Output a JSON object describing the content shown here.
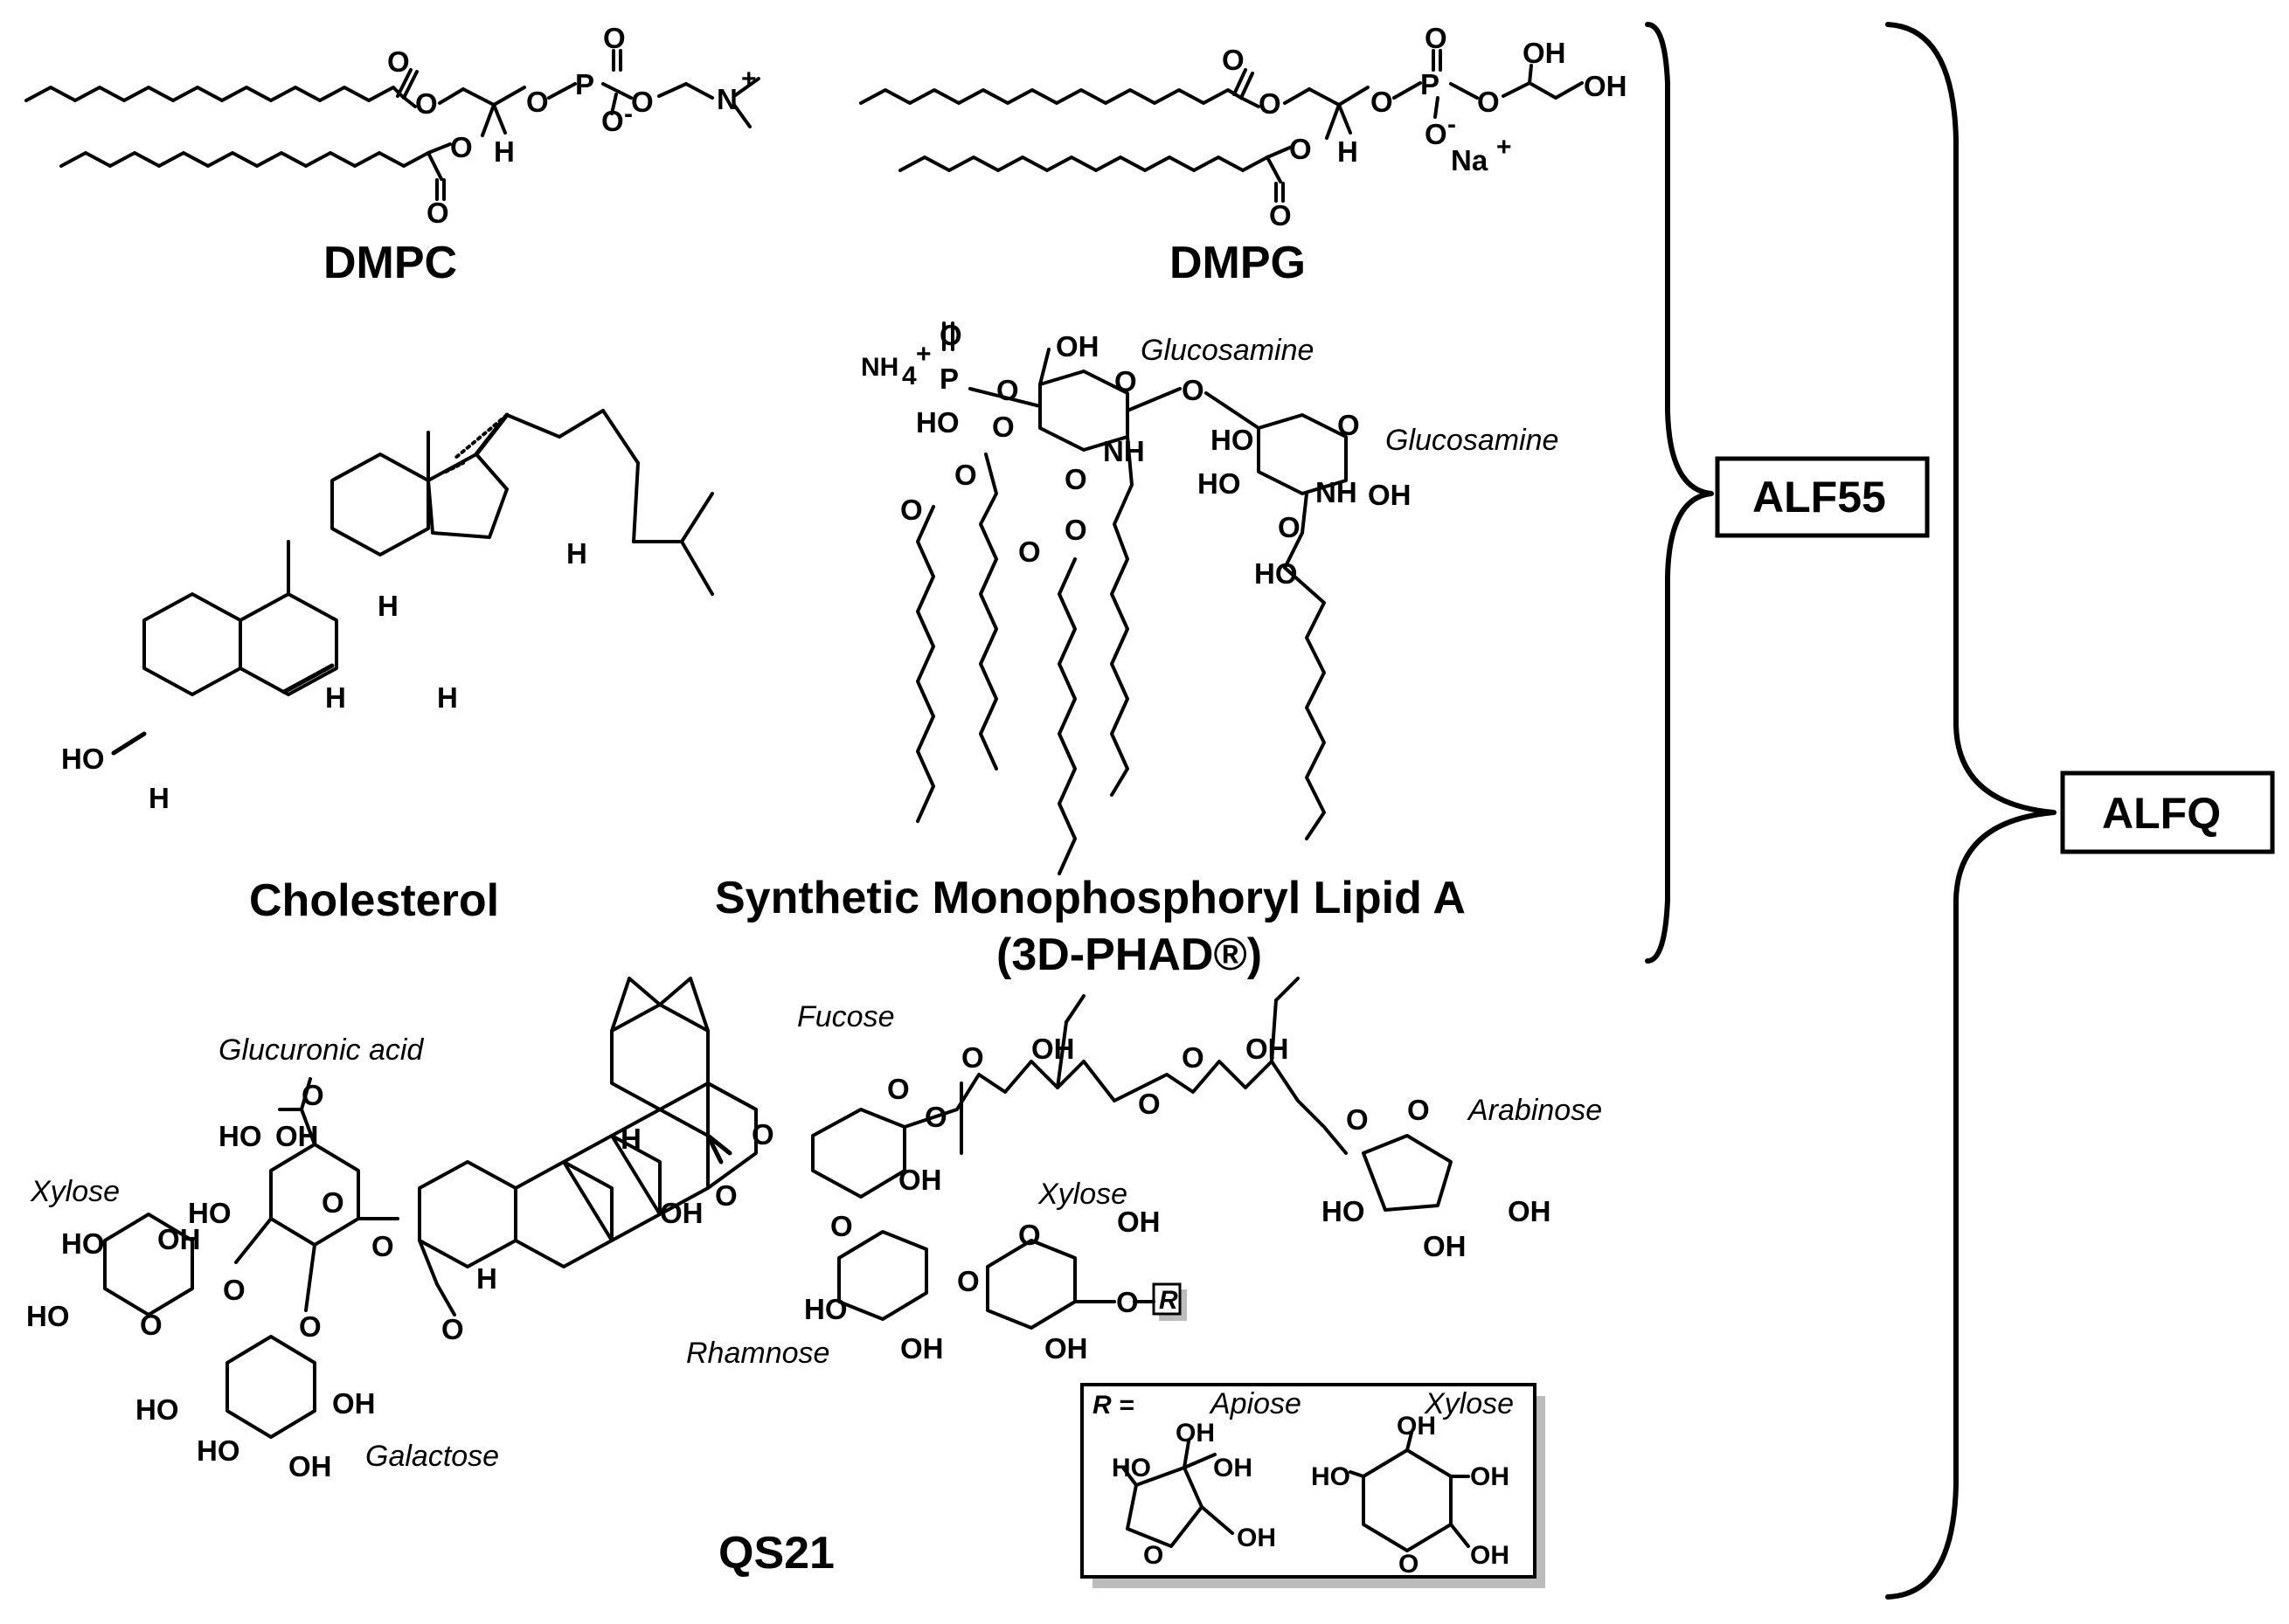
{
  "compounds": {
    "dmpc": "DMPC",
    "dmpg": "DMPG",
    "cholesterol": "Cholesterol",
    "mpla_line1": "Synthetic Monophosphoryl Lipid A",
    "mpla_line2": "(3D-PHAD®)",
    "qs21": "QS21"
  },
  "sugars": {
    "glucosamine_1": "Glucosamine",
    "glucosamine_2": "Glucosamine",
    "fucose": "Fucose",
    "glucuronic_acid": "Glucuronic acid",
    "arabinose": "Arabinose",
    "xylose_left": "Xylose",
    "xylose_mid": "Xylose",
    "rhamnose": "Rhamnose",
    "galactose": "Galactose",
    "apiose": "Apiose",
    "xylose_box": "Xylose"
  },
  "groups": {
    "alf55": "ALF55",
    "alfq": "ALFQ"
  },
  "r_def": {
    "label": "R =",
    "r": "R"
  },
  "atoms": {
    "O": "O",
    "P": "P",
    "H": "H",
    "OH": "OH",
    "HO": "HO",
    "NH": "NH",
    "N": "N",
    "Na": "Na",
    "NH4": "NH",
    "plus": "+",
    "minus": "-",
    "four": "4"
  }
}
